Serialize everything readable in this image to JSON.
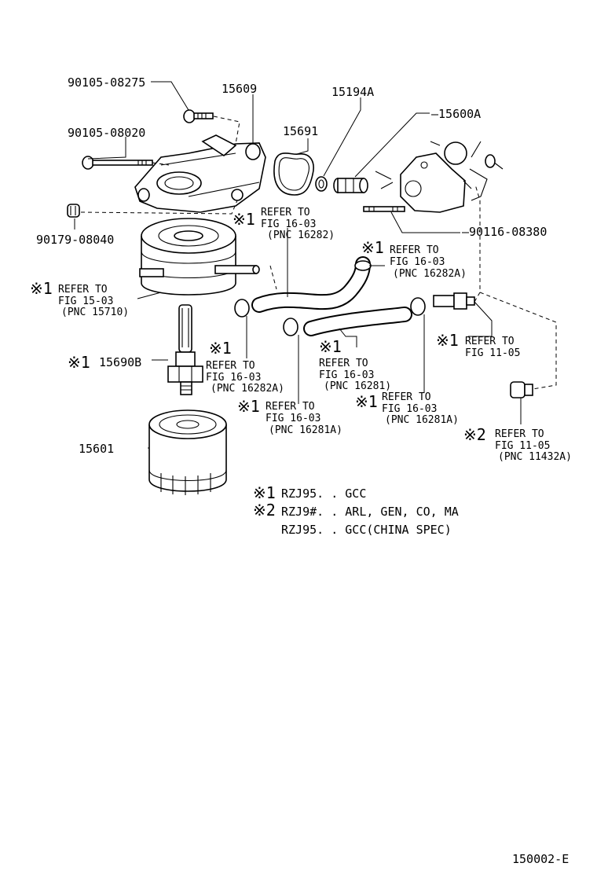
{
  "diagram_code": "150002-E",
  "mark": "※",
  "parts": {
    "bolt_a": "90105-08275",
    "bracket": "15609",
    "gasket_o": "15194A",
    "gasket": "15691",
    "union": "15600A",
    "bolt_b": "90105-08020",
    "stud": "90116-08380",
    "plug_a": "90179-08040",
    "pipe": "15690B",
    "filter": "15601"
  },
  "callouts": {
    "c1": {
      "num": "1",
      "l1": "REFER TO",
      "l2": "FIG 16-03",
      "l3": "(PNC 16282)"
    },
    "c2": {
      "num": "1",
      "l1": "REFER TO",
      "l2": "FIG 16-03",
      "l3": "(PNC 16282A)"
    },
    "c3": {
      "num": "1",
      "l1": "REFER TO",
      "l2": "FIG 15-03",
      "l3": "(PNC 15710)"
    },
    "c4": {
      "num": "1",
      "l1": "REFER TO",
      "l2": "FIG 11-05"
    },
    "c5": {
      "num": "1",
      "l1": "REFER TO",
      "l2": "FIG 16-03",
      "l3": "(PNC 16282A)"
    },
    "c6": {
      "num": "1",
      "l1": "REFER TO",
      "l2": "FIG 16-03",
      "l3": "(PNC 16281)"
    },
    "c7": {
      "num": "1",
      "l1": "REFER TO",
      "l2": "FIG 16-03",
      "l3": "(PNC 16281A)"
    },
    "c8": {
      "num": "1",
      "l1": "REFER TO",
      "l2": "FIG 16-03",
      "l3": "(PNC 16281A)"
    },
    "c9": {
      "num": "2",
      "l1": "REFER TO",
      "l2": "FIG 11-05",
      "l3": "(PNC 11432A)"
    },
    "c10": {
      "num": "1"
    }
  },
  "notes": {
    "n1_num": "1",
    "n1_text": "RZJ95. . GCC",
    "n2_num": "2",
    "n2_text": "RZJ9#. . ARL, GEN, CO, MA",
    "n3_text": "RZJ95. . GCC(CHINA SPEC)"
  }
}
